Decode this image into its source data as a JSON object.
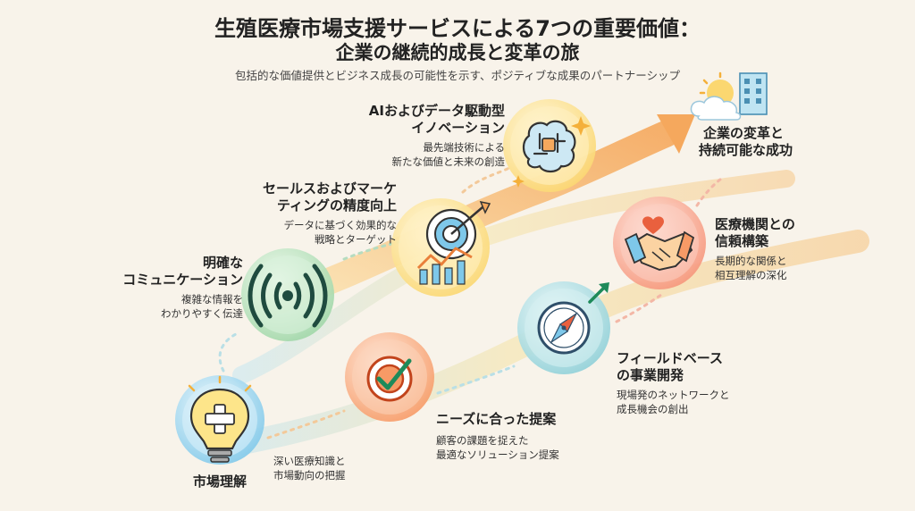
{
  "title_line1": "生殖医療市場支援サービスによる7つの重要価値：",
  "title_line2": "企業の継続的成長と変革の旅",
  "subtitle": "包括的な価値提供とビジネス成長の可能性を示す、ポジティブな成果のパートナーシップ",
  "steps": [
    {
      "title": "市場理解",
      "desc1": "深い医療知識と",
      "desc2": "市場動向の把握"
    },
    {
      "title1": "明確な",
      "title2": "コミュニケーション",
      "desc1": "複雑な情報を",
      "desc2": "わかりやすく伝達"
    },
    {
      "title1": "セールスおよびマーケ",
      "title2": "ティングの精度向上",
      "desc1": "データに基づく効果的な",
      "desc2": "戦略とターゲット"
    },
    {
      "title": "ニーズに合った提案",
      "desc1": "顧客の課題を捉えた",
      "desc2": "最適なソリューション提案"
    },
    {
      "title1": "AIおよびデータ駆動型",
      "title2": "イノベーション",
      "desc1": "最先端技術による",
      "desc2": "新たな価値と未来の創造"
    },
    {
      "title1": "フィールドベース",
      "title2": "の事業開発",
      "desc1": "現場発のネットワークと",
      "desc2": "成長機会の創出"
    },
    {
      "title1": "医療機関との",
      "title2": "信頼構築",
      "desc1": "長期的な関係と",
      "desc2": "相互理解の深化"
    }
  ],
  "goal": {
    "line1": "企業の変革と",
    "line2": "持続可能な成功"
  },
  "colors": {
    "background": "#f8f3ea",
    "blue": "#7ec8ea",
    "green": "#9ed6a6",
    "yellow": "#fbd770",
    "orange": "#f79a66",
    "teal": "#8fd0d8",
    "coral": "#f6957a",
    "arrow": "#f6b26b"
  },
  "icons": [
    "lightbulb-cross-icon",
    "signal-waves-icon",
    "target-chart-icon",
    "check-target-icon",
    "circuit-brain-icon",
    "compass-icon",
    "handshake-heart-icon",
    "building-cloud-sun-icon"
  ]
}
